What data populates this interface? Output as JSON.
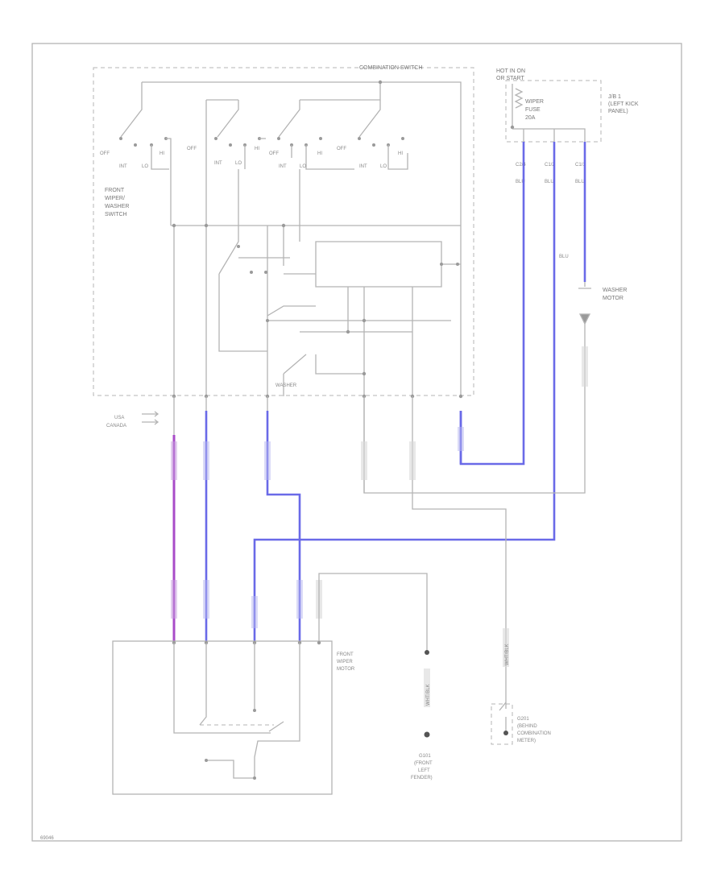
{
  "colors": {
    "wire_gray": "#b4b4b4",
    "wire_blue": "#6a6ae8",
    "wire_purple": "#a84cc8",
    "text": "#777777"
  },
  "combination_switch": {
    "title": "COMBINATION SWITCH",
    "front_wiper_washer_switch_lines": [
      "FRONT",
      "WIPER/",
      "WASHER",
      "SWITCH"
    ],
    "washer_label": "WASHER",
    "switch_positions": {
      "off": "OFF",
      "int": "INT",
      "lo": "LO",
      "hi": "HI"
    }
  },
  "hot_in_on": {
    "lines": [
      "HOT IN ON",
      "OR START"
    ]
  },
  "wiper_fuse": {
    "lines": [
      "WIPER",
      "FUSE",
      "20A"
    ]
  },
  "junction_block": {
    "lines": [
      "J/B 1",
      "(LEFT KICK",
      "PANEL)"
    ]
  },
  "connectors_jb": [
    "C2/4",
    "C1/2",
    "C1/1"
  ],
  "wire_colors_jb": [
    "BLU",
    "BLU",
    "BLU"
  ],
  "washer_motor": {
    "wire_color": "BLU",
    "lines": [
      "WASHER",
      "MOTOR"
    ]
  },
  "usa_canada": {
    "lines": [
      "USA",
      "CANADA"
    ]
  },
  "front_wiper_motor": {
    "lines": [
      "FRONT",
      "WIPER",
      "MOTOR"
    ]
  },
  "ground": {
    "lines": [
      "G101",
      "(FRONT",
      "LEFT",
      "FENDER)"
    ],
    "wire_color": "WHT/BLK"
  },
  "g201": {
    "lines": [
      "G201",
      "(BEHIND",
      "COMBINATION",
      "METER)"
    ],
    "wire_color": "WHT/BLK"
  },
  "footer_code": "69046"
}
